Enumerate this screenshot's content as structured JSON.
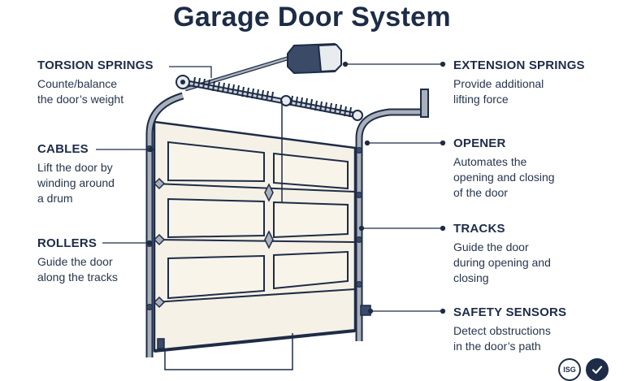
{
  "title": "Garage Door System",
  "labels": {
    "torsion_springs": {
      "heading": "TORSION SPRINGS",
      "lines": [
        "Counte/balance",
        "the door’s weight"
      ]
    },
    "cables": {
      "heading": "CABLES",
      "lines": [
        "Lift the door by",
        "winding around",
        "a drum"
      ]
    },
    "rollers": {
      "heading": "ROLLERS",
      "lines": [
        "Guide the door",
        "along the tracks"
      ]
    },
    "extension_springs": {
      "heading": "EXTENSION SPRINGS",
      "lines": [
        "Provide additional",
        "lifting force"
      ]
    },
    "opener": {
      "heading": "OPENER",
      "lines": [
        "Automates the",
        "opening and closing",
        "of the door"
      ]
    },
    "tracks": {
      "heading": "TRACKS",
      "lines": [
        "Guide the door",
        "during opening and",
        "closing"
      ]
    },
    "safety_sensors": {
      "heading": "SAFETY SENSORS",
      "lines": [
        "Detect obstructions",
        "in the door’s path"
      ]
    }
  },
  "badges": {
    "isg": "ISG"
  },
  "colors": {
    "ink": "#1d2c47",
    "door_fill": "#f6f1e6",
    "panel_fill": "#f8f4ea",
    "track": "#a9b0ba",
    "opener_body": "#3b4a66"
  },
  "icons": [
    "check-icon",
    "isg-logo"
  ]
}
